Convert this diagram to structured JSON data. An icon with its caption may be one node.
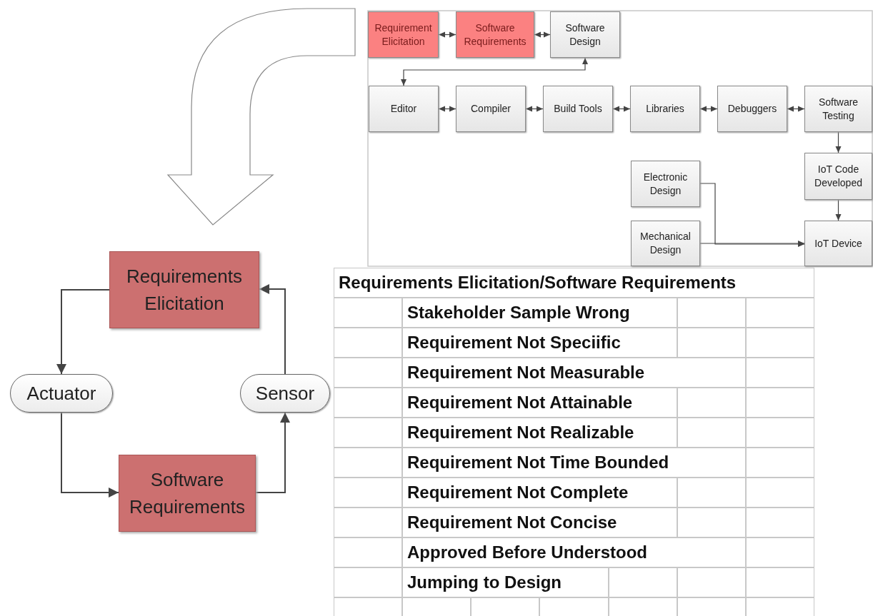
{
  "diagram": {
    "nodes": [
      {
        "text": [
          "Requirement Elicitation"
        ]
      },
      {
        "text": [
          "Software Requirements"
        ]
      },
      {
        "text": [
          "Software Design"
        ]
      },
      {
        "text": [
          "Editor"
        ]
      },
      {
        "text": [
          "Compiler"
        ]
      },
      {
        "text": [
          "Build Tools"
        ]
      },
      {
        "text": [
          "Libraries"
        ]
      },
      {
        "text": [
          "Debuggers"
        ]
      },
      {
        "text": [
          "Software Testing"
        ]
      },
      {
        "text": [
          "Electronic Design"
        ]
      },
      {
        "text": [
          "IoT Code Developed"
        ]
      },
      {
        "text": [
          "Mechanical Design"
        ]
      },
      {
        "text": [
          "IoT Device"
        ]
      },
      {
        "text": [
          "Requirements Elicitation"
        ]
      },
      {
        "text": [
          "Actuator"
        ]
      },
      {
        "text": [
          "Sensor"
        ]
      },
      {
        "text": [
          "Software Requirements"
        ]
      }
    ],
    "edges": [
      {
        "from": 0,
        "to": 1,
        "arrow": "both"
      },
      {
        "from": 1,
        "to": 2,
        "arrow": "both"
      },
      {
        "from": 2,
        "to": 3,
        "arrow": "both"
      },
      {
        "from": 3,
        "to": 4,
        "arrow": "both"
      },
      {
        "from": 4,
        "to": 5,
        "arrow": "both"
      },
      {
        "from": 5,
        "to": 6,
        "arrow": "both"
      },
      {
        "from": 6,
        "to": 7,
        "arrow": "both"
      },
      {
        "from": 7,
        "to": 8,
        "arrow": "both"
      },
      {
        "from": 8,
        "to": 10,
        "arrow": "to"
      },
      {
        "from": 10,
        "to": 12,
        "arrow": "to"
      },
      {
        "from": 9,
        "to": 12,
        "arrow": "to"
      },
      {
        "from": 11,
        "to": 12,
        "arrow": "to"
      },
      {
        "from": 13,
        "to": 14,
        "arrow": "to"
      },
      {
        "from": 14,
        "to": 16,
        "arrow": "to"
      },
      {
        "from": 16,
        "to": 15,
        "arrow": "to"
      },
      {
        "from": 15,
        "to": 13,
        "arrow": "to"
      }
    ],
    "labels": [
      "Requirements Elicitation/Software Requirements",
      "Stakeholder Sample Wrong",
      "Requirement Not Speciific",
      "Requirement Not Measurable",
      "Requirement Not Attainable",
      "Requirement Not Realizable",
      "Requirement Not Time Bounded",
      "Requirement Not Complete",
      "Requirement Not Concise",
      "Approved Before Understood",
      "Jumping to Design"
    ]
  }
}
